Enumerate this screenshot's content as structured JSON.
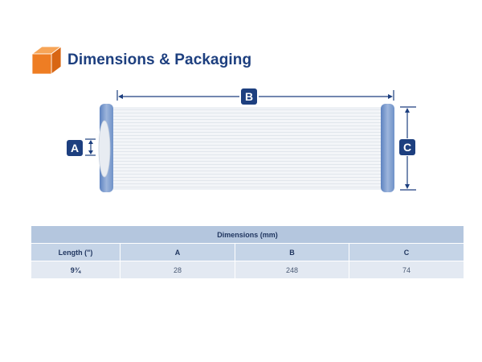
{
  "page": {
    "title": "Dimensions & Packaging"
  },
  "icons": {
    "header": "box-icon",
    "accent_color": "#ee7d23",
    "brand_color": "#1d3f7f"
  },
  "diagram": {
    "labels": {
      "a": "A",
      "b": "B",
      "c": "C"
    }
  },
  "table": {
    "group_header": "Dimensions (mm)",
    "columns": [
      "Length (\")",
      "A",
      "B",
      "C"
    ],
    "rows": [
      [
        "9¾",
        "28",
        "248",
        "74"
      ]
    ]
  }
}
